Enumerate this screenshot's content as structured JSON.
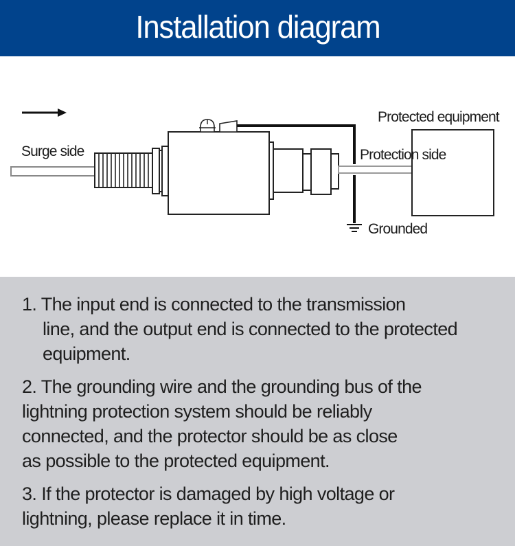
{
  "header": {
    "title": "Installation diagram",
    "background_color": "#01438c",
    "text_color": "#ffffff"
  },
  "diagram": {
    "labels": {
      "surge_side": "Surge side",
      "protected_equipment": "Protected equipment",
      "protection_side": "Protection side",
      "grounded": "Grounded"
    },
    "icons": {
      "direction_arrow": "arrow-right-icon",
      "ground_symbol": "ground-icon"
    }
  },
  "notes": {
    "background_color": "#cdced2",
    "items": [
      {
        "lines": [
          "1. The input end is connected to the transmission",
          "line, and the output end is connected to the protected",
          "equipment."
        ]
      },
      {
        "lines": [
          "2. The grounding wire and the grounding bus of the",
          "lightning protection system should be reliably",
          "connected, and the protector should be as close",
          "as possible to the protected equipment."
        ]
      },
      {
        "lines": [
          "3. If the protector is damaged by high voltage or",
          "lightning, please replace it in time."
        ]
      }
    ]
  }
}
